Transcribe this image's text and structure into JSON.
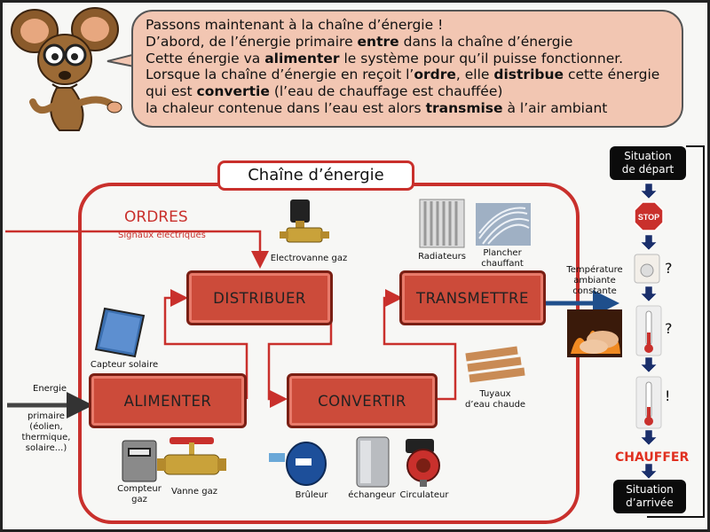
{
  "bubble": {
    "lines": [
      [
        {
          "t": "Passons maintenant à la chaîne d’énergie !",
          "b": false
        }
      ],
      [
        {
          "t": "D’abord, de l’énergie primaire ",
          "b": false
        },
        {
          "t": "entre",
          "b": true
        },
        {
          "t": " dans la chaîne d’énergie",
          "b": false
        }
      ],
      [
        {
          "t": "Cette énergie va ",
          "b": false
        },
        {
          "t": "alimenter",
          "b": true
        },
        {
          "t": " le système pour qu’il puisse fonctionner.",
          "b": false
        }
      ],
      [
        {
          "t": "Lorsque la chaîne d’énergie en reçoit l’",
          "b": false
        },
        {
          "t": "ordre",
          "b": true
        },
        {
          "t": ", elle ",
          "b": false
        },
        {
          "t": "distribue",
          "b": true
        },
        {
          "t": " cette énergie",
          "b": false
        }
      ],
      [
        {
          "t": "qui est ",
          "b": false
        },
        {
          "t": "convertie",
          "b": true
        },
        {
          "t": " (l’eau de chauffage est chauffée)",
          "b": false
        }
      ],
      [
        {
          "t": "la chaleur contenue dans l’eau est alors ",
          "b": false
        },
        {
          "t": "transmise",
          "b": true
        },
        {
          "t": " à l’air ambiant",
          "b": false
        }
      ]
    ]
  },
  "chain": {
    "title": "Chaîne d’énergie",
    "ordres_title": "ORDRES",
    "ordres_sub": "Signaux électriques",
    "blocks": {
      "alimenter": "ALIMENTER",
      "distribuer": "DISTRIBUER",
      "convertir": "CONVERTIR",
      "transmettre": "TRANSMETTRE"
    },
    "input_energy": [
      "Energie",
      "primaire",
      "(éolien,",
      "thermique,",
      "solaire...)"
    ],
    "output": [
      "Température",
      "ambiante",
      "constante"
    ],
    "components": {
      "electrovanne": "Electrovanne gaz",
      "radiateurs": "Radiateurs",
      "plancher": [
        "Plancher",
        "chauffant"
      ],
      "capteur": "Capteur solaire",
      "tuyaux": [
        "Tuyaux",
        "d’eau chaude"
      ],
      "compteur": [
        "Compteur",
        "gaz"
      ],
      "vanne": "Vanne gaz",
      "bruleur": "Brûleur",
      "echangeur": "échangeur",
      "circulateur": "Circulateur"
    }
  },
  "flow": {
    "start": [
      "Situation",
      "de départ"
    ],
    "stop": "STOP",
    "q1": "?",
    "q2": "?",
    "ex": "!",
    "chauffer": "CHAUFFER",
    "end": [
      "Situation",
      "d’arrivée"
    ]
  },
  "colors": {
    "block_fill": "#cc4b3a",
    "frame_red": "#c9302c",
    "bubble_fill": "#f2c6b2",
    "output_arrow": "#1f4f8c",
    "flow_arrow": "#1a2f6b"
  }
}
